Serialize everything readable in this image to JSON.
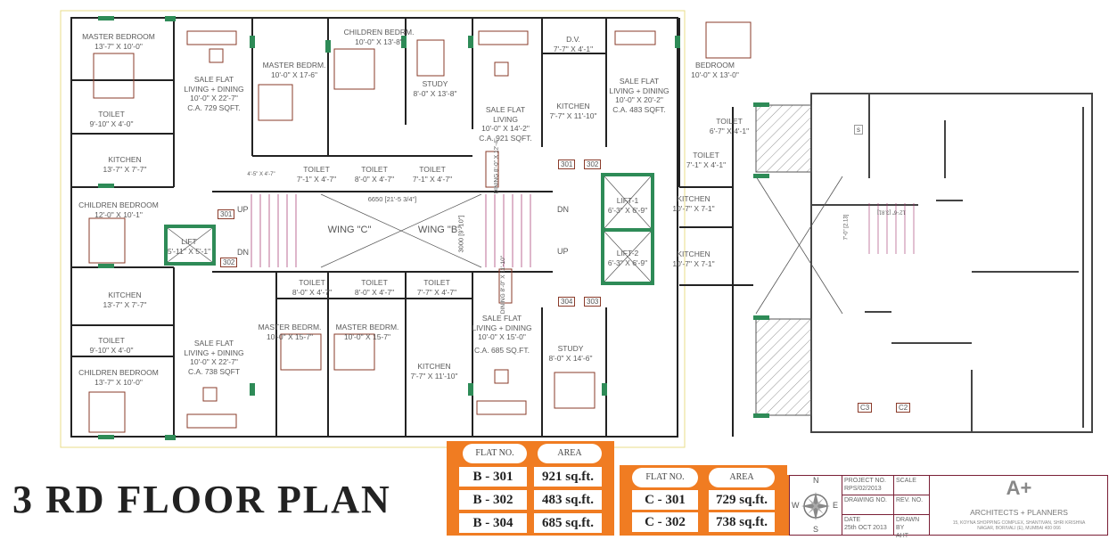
{
  "title": "3 RD  FLOOR  PLAN",
  "colors": {
    "wall": "#222222",
    "furniture": "#8a3b2a",
    "window": "#2e8b57",
    "stair": "#a0306a",
    "table_bg": "#f07c22",
    "title_block_border": "#7a1f36"
  },
  "rooms": {
    "c1_master": {
      "name": "MASTER BEDROOM",
      "size": "13'-7\" X 10'-0\""
    },
    "c1_toilet": {
      "name": "TOILET",
      "size": "9'-10\" X 4'-0\""
    },
    "c1_kitchen": {
      "name": "KITCHEN",
      "size": "13'-7\" X 7'-7\""
    },
    "c1_living": {
      "name": "SALE FLAT",
      "sub": "LIVING + DINING",
      "size": "10'-0\" X 22'-7\"",
      "area": "C.A. 729 SQFT."
    },
    "c1_masterbed2": {
      "name": "MASTER BEDRM.",
      "size": "10'-0\" X 17-6\""
    },
    "c1_children": {
      "name": "CHILDREN BEDRM.",
      "size": "10'-0\" X 13'-8\""
    },
    "small_dim": {
      "size": "4'-5\" X 4'-7\""
    },
    "toilet_a": {
      "name": "TOILET",
      "size": "7'-1\" X 4'-7\""
    },
    "toilet_b": {
      "name": "TOILET",
      "size": "8'-0\" X 4'-7\""
    },
    "b1_study": {
      "name": "STUDY",
      "size": "8'-0\" X 13'-8\""
    },
    "b1_living": {
      "name": "SALE FLAT",
      "sub": "LIVING",
      "size": "10'-0\" X 14'-2\"",
      "area": "C.A. 921 SQFT."
    },
    "toilet_c": {
      "name": "TOILET",
      "size": "7'-1\" X 4'-7\""
    },
    "b1_dining": {
      "name": "DINING 8'-0\" X 12'-4\""
    },
    "dv": {
      "name": "D.V.",
      "size": "7'-7\" X 4'-1\""
    },
    "b2_kitchen": {
      "name": "KITCHEN",
      "size": "7'-7\" X 11'-10\""
    },
    "b2_living": {
      "name": "SALE FLAT",
      "sub": "LIVING + DINING",
      "size": "10'-0\" X 20'-2\"",
      "area": "C.A. 483 SQFT."
    },
    "b2_bedroom": {
      "name": "BEDROOM",
      "size": "10'-0\" X 13'-0\""
    },
    "b2_toilet1": {
      "name": "TOILET",
      "size": "6'-7\" X 4'-1\""
    },
    "b2_toilet2": {
      "name": "TOILET",
      "size": "7'-1\" X 4'-1\""
    },
    "kitchen_r1": {
      "name": "KITCHEN",
      "size": "10'-7\" X 7-1\""
    },
    "kitchen_r2": {
      "name": "KITCHEN",
      "size": "10'-7\" X 7-1\""
    },
    "lift1": {
      "name": "LIFT-1",
      "size": "6'-3\" X 6'-9\""
    },
    "lift2": {
      "name": "LIFT-2",
      "size": "6'-3\" X 6'-9\""
    },
    "lift_c": {
      "name": "LIFT",
      "size": "5'-11\" X 5'-1\""
    },
    "c2_children_top": {
      "name": "CHILDREN BEDROOM",
      "size": "12'-0\" X 10'-1\""
    },
    "c2_kitchen": {
      "name": "KITCHEN",
      "size": "13'-7\" X 7'-7\""
    },
    "toilet_d": {
      "name": "TOILET",
      "size": "8'-0\" X 4'-7\""
    },
    "toilet_e": {
      "name": "TOILET",
      "size": "8'-0\" X 4'-7\""
    },
    "toilet_f": {
      "name": "TOILET",
      "size": "7'-7\" X 4'-7\""
    },
    "b4_dining": {
      "name": "DINING 8'-0\" X 11'-10\""
    },
    "c2_toilet": {
      "name": "TOILET",
      "size": "9'-10\" X 4'-0\""
    },
    "c2_children": {
      "name": "CHILDREN BEDROOM",
      "size": "13'-7\" X 10'-0\""
    },
    "c2_living": {
      "name": "SALE FLAT",
      "sub": "LIVING + DINING",
      "size": "10'-0\" X 22'-7\"",
      "area": "C.A. 738 SQFT"
    },
    "c2_master": {
      "name": "MASTER BEDRM.",
      "size": "10'-0\" X 15-7\""
    },
    "b4_master": {
      "name": "MASTER BEDRM.",
      "size": "10'-0\" X 15-7\""
    },
    "b4_kitchen": {
      "name": "KITCHEN",
      "size": "7'-7\" X 11'-10\""
    },
    "b4_living": {
      "name": "SALE FLAT",
      "sub": "LIVING + DINING",
      "size": "10'-0\" X 15'-0\"",
      "area": "C.A. 685 SQ.FT."
    },
    "b3_study": {
      "name": "STUDY",
      "size": "8'-0\" X 14'-6\""
    }
  },
  "core": {
    "wing_c": "WING \"C\"",
    "wing_b": "WING \"B\"",
    "width_dim": "6650 [21'-5 3/4\"]",
    "height_dim": "3000 [9'-10\"]",
    "up": "UP",
    "dn": "DN",
    "doors": {
      "c301": "301",
      "c302": "302",
      "b301": "301",
      "b302": "302",
      "b304": "304",
      "b303": "303"
    }
  },
  "right_block": {
    "s": "s",
    "c3": "C3",
    "c2": "C2",
    "stair_dim1": "7'-0\" [2.13]",
    "stair_dim2": "12'-6\" [3.81]"
  },
  "tables": {
    "wing_b": {
      "headers": [
        "FLAT NO.",
        "AREA"
      ],
      "rows": [
        [
          "B - 301",
          "921 sq.ft."
        ],
        [
          "B - 302",
          "483 sq.ft."
        ],
        [
          "B - 304",
          "685 sq.ft."
        ]
      ]
    },
    "wing_c": {
      "headers": [
        "FLAT NO.",
        "AREA"
      ],
      "rows": [
        [
          "C - 301",
          "729 sq.ft."
        ],
        [
          "C - 302",
          "738 sq.ft."
        ]
      ]
    }
  },
  "title_block": {
    "compass": {
      "n": "N",
      "s": "S",
      "e": "E",
      "w": "W"
    },
    "project_no_label": "PROJECT NO.",
    "project_no": "RPS/02/2013",
    "scale_label": "SCALE",
    "drawing_no_label": "DRAWING NO.",
    "rev_no_label": "REV. NO.",
    "date_label": "DATE",
    "date": "25th OCT 2013",
    "drawn_by_label": "DRAWN BY",
    "drawn_by": "AHT",
    "logo_text": "A+",
    "firm": "ARCHITECTS + PLANNERS",
    "address": "15, KOYNA SHOPPING COMPLEX, SHANTIVAN, SHRI KRISHNA NAGAR, BORIVALI (E), MUMBAI 400 066"
  }
}
